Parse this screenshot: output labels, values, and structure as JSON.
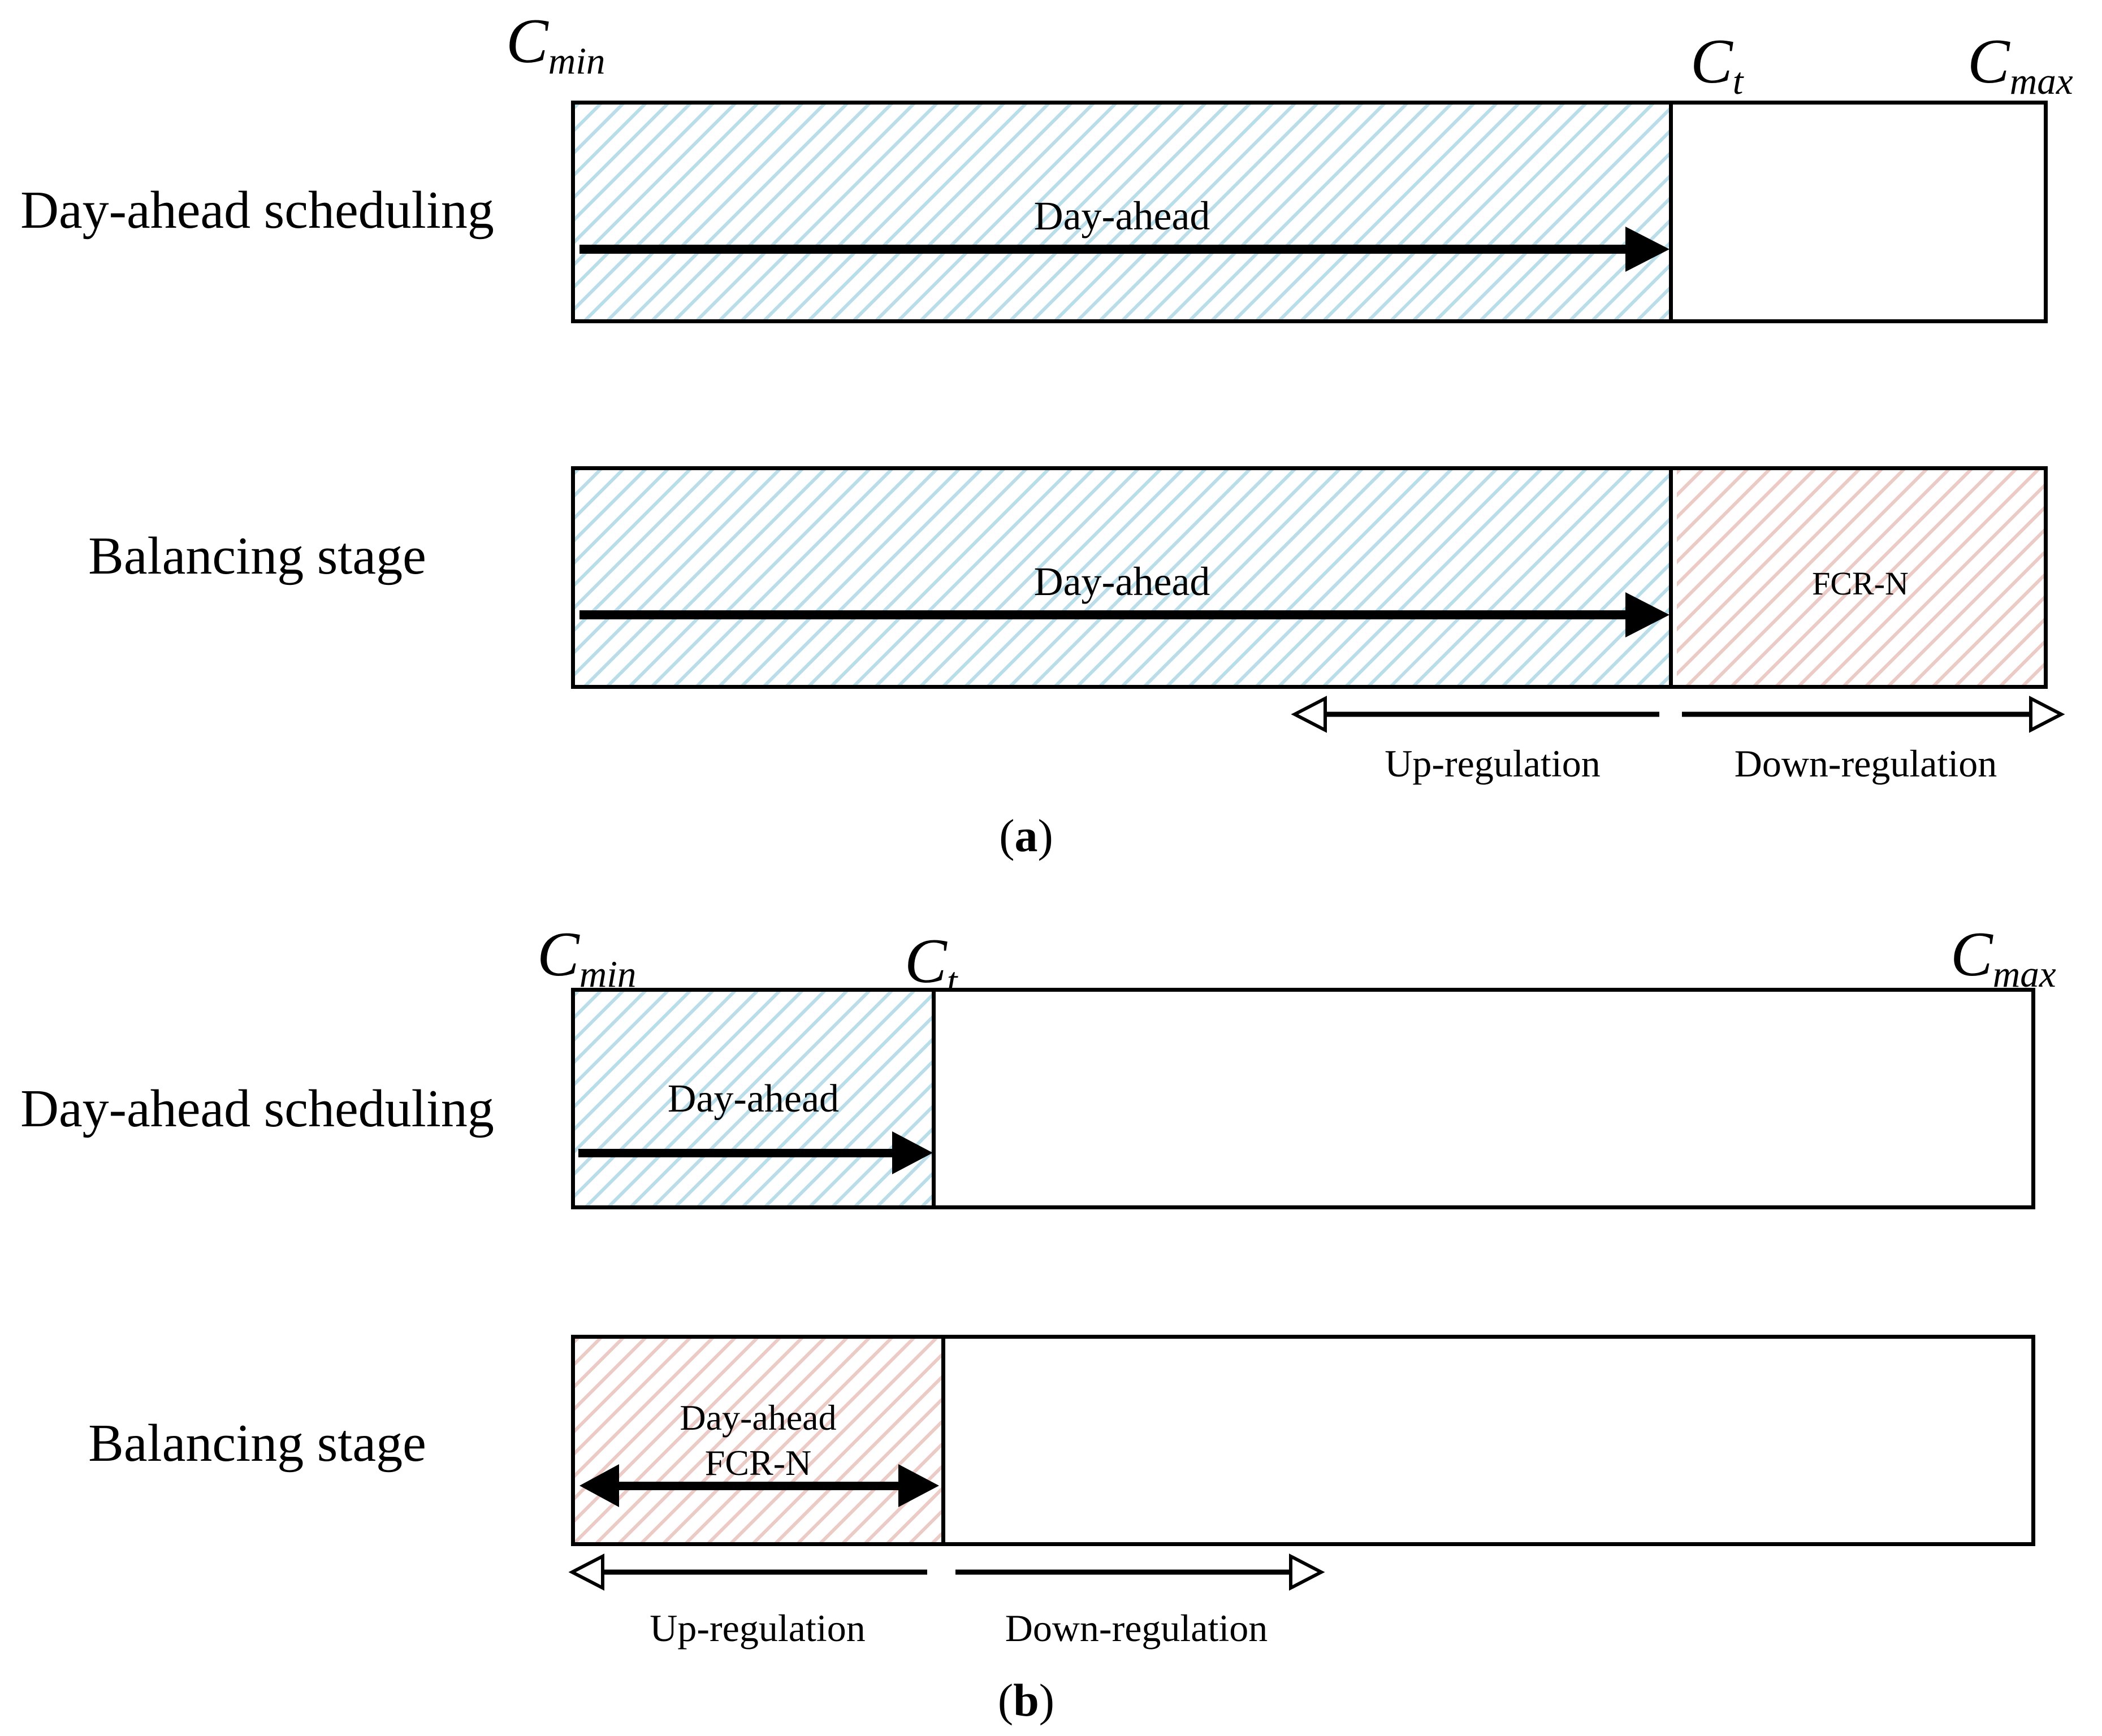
{
  "colors": {
    "blue_hatch": "#b9dde9",
    "pink_hatch": "#eccac5",
    "stroke": "#000000"
  },
  "panel_a": {
    "cap_min": {
      "base": "C",
      "sub": "min"
    },
    "cap_t": {
      "base": "C",
      "sub": "t"
    },
    "cap_max": {
      "base": "C",
      "sub": "max"
    },
    "row1": {
      "label": "Day-ahead scheduling",
      "segment": "Day-ahead"
    },
    "row2": {
      "label": "Balancing stage",
      "segment": "Day-ahead",
      "segment2": "FCR-N"
    },
    "up_label": "Up-regulation",
    "down_label": "Down-regulation",
    "caption": {
      "open": "(",
      "letter": "a",
      "close": ")"
    }
  },
  "panel_b": {
    "cap_min": {
      "base": "C",
      "sub": "min"
    },
    "cap_t": {
      "base": "C",
      "sub": "t"
    },
    "cap_max": {
      "base": "C",
      "sub": "max"
    },
    "row1": {
      "label": "Day-ahead scheduling",
      "segment": "Day-ahead"
    },
    "row2": {
      "label": "Balancing stage",
      "segment_line1": "Day-ahead",
      "segment_line2": "FCR-N"
    },
    "up_label": "Up-regulation",
    "down_label": "Down-regulation",
    "caption": {
      "open": "(",
      "letter": "b",
      "close": ")"
    }
  }
}
